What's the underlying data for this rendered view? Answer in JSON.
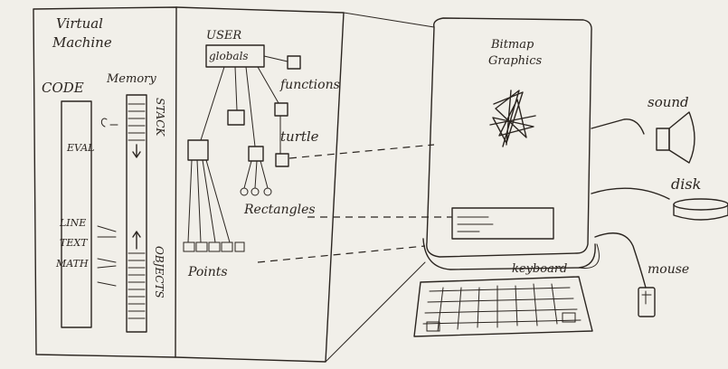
{
  "vm": {
    "title_line1": "Virtual",
    "title_line2": "Machine",
    "code_label": "CODE",
    "memory_label": "Memory",
    "eval_label": "EVAL",
    "line_label": "LINE",
    "text_label": "TEXT",
    "math_label": "MATH",
    "stack_label": "STACK",
    "objects_label": "OBJECTS"
  },
  "objects": {
    "user_label": "USER",
    "globals_label": "globals",
    "functions_label": "functions",
    "turtle_label": "turtle",
    "rectangles_label": "Rectangles",
    "points_label": "Points"
  },
  "computer": {
    "bitmap_line1": "Bitmap",
    "bitmap_line2": "Graphics",
    "keyboard_label": "keyboard"
  },
  "devices": {
    "sound_label": "sound",
    "disk_label": "disk",
    "mouse_label": "mouse"
  },
  "colors": {
    "ink": "#2b2520",
    "paper": "#f1efe9"
  }
}
